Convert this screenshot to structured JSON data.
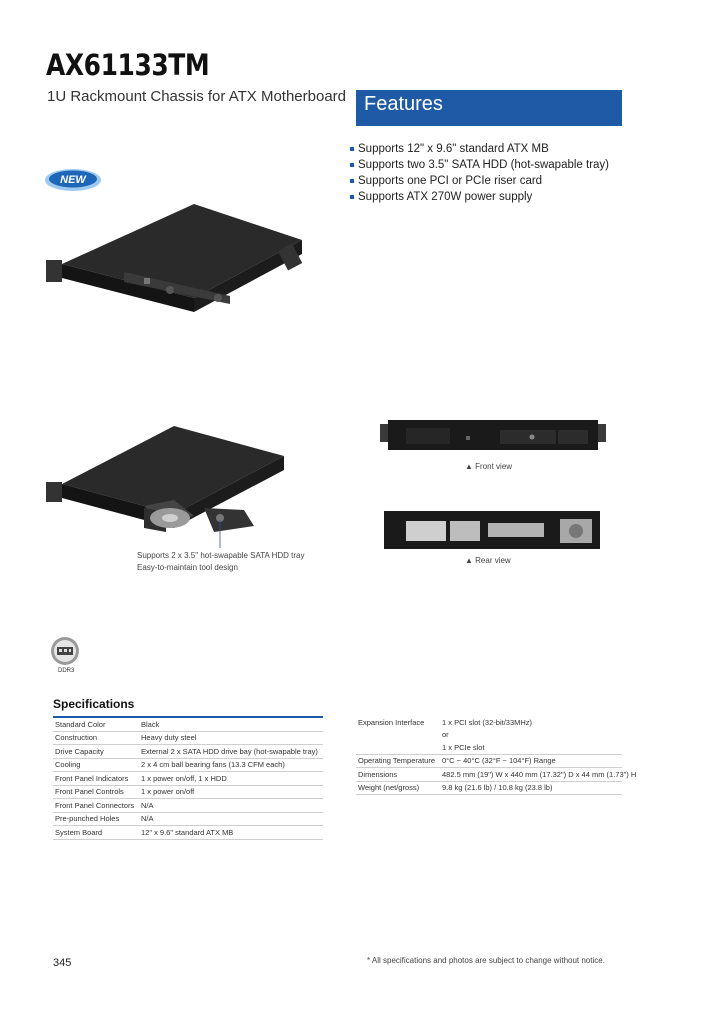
{
  "product": {
    "title": "AX61133TM",
    "subtitle": "1U Rackmount Chassis for ATX Motherboard"
  },
  "badge": {
    "label": "NEW"
  },
  "features": {
    "header": "Features",
    "items": [
      "Supports 12\" x 9.6\" standard ATX MB",
      "Supports two 3.5\" SATA HDD (hot-swapable tray)",
      "Supports one PCI or PCIe riser card",
      "Supports ATX 270W power supply"
    ]
  },
  "captions": {
    "tray_line1": "Supports 2 x 3.5\" hot-swapable SATA HDD tray",
    "tray_line2": "Easy-to-maintain tool design",
    "front": "Front view",
    "rear": "Rear view"
  },
  "ddr3": {
    "label": "DDR3"
  },
  "specifications": {
    "heading": "Specifications",
    "left_rows": [
      {
        "label": "Standard Color",
        "value": "Black"
      },
      {
        "label": "Construction",
        "value": "Heavy duty steel"
      },
      {
        "label": "Drive Capacity",
        "value": "External 2 x SATA HDD drive bay (hot-swapable tray)"
      },
      {
        "label": "Cooling",
        "value": "2 x 4 cm ball bearing fans (13.3 CFM each)"
      },
      {
        "label": "Front Panel Indicators",
        "value": "1 x power on/off, 1 x HDD"
      },
      {
        "label": "Front Panel Controls",
        "value": "1 x power on/off"
      },
      {
        "label": "Front Panel Connectors",
        "value": "N/A"
      },
      {
        "label": "Pre-punched Holes",
        "value": "N/A"
      },
      {
        "label": "System Board",
        "value": "12\" x 9.6\" standard ATX MB"
      }
    ],
    "right_rows": [
      {
        "label": "Expansion Interface",
        "lines": [
          "1 x PCI slot (32-bit/33MHz)",
          "or",
          "1 x PCIe slot"
        ]
      },
      {
        "label": "Operating Temperature",
        "lines": [
          "0°C ~ 40°C (32°F ~ 104°F) Range"
        ]
      },
      {
        "label": "Dimensions",
        "lines": [
          "482.5 mm (19\") W x 440 mm (17.32\") D x 44 mm (1.73\") H"
        ]
      },
      {
        "label": "Weight (net/gross)",
        "lines": [
          "9.8 kg (21.6 lb) / 10.8 kg (23.8 lb)"
        ]
      }
    ]
  },
  "footer": {
    "page_number": "345",
    "disclaimer": "* All specifications and photos are subject to change without notice."
  },
  "colors": {
    "accent": "#1f5aa6",
    "chassis": "#1e1e1e"
  }
}
